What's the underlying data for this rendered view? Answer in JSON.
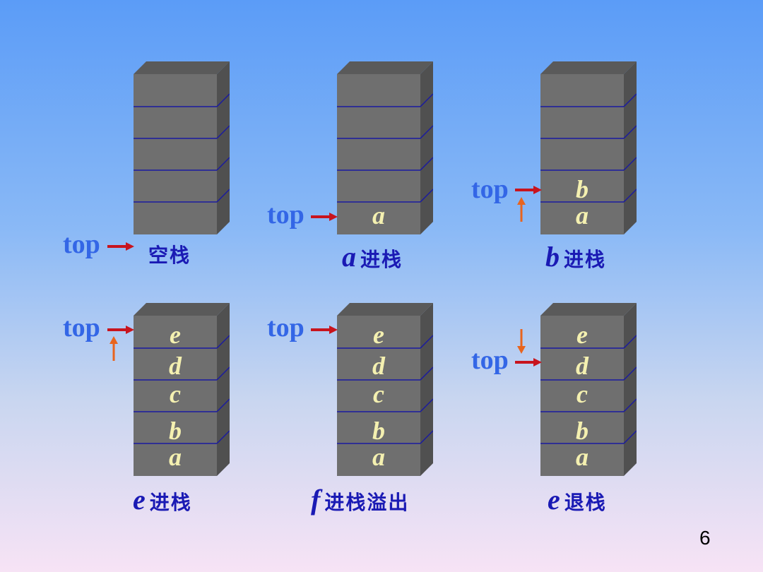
{
  "top_label": "top",
  "page_number": "6",
  "colors": {
    "block_front": "#6f6f6f",
    "block_top": "#5a5a5a",
    "block_side": "#505050",
    "divider": "#1a1aa0",
    "element_text": "#f4f0b0",
    "top_text": "#3366e6",
    "caption_text": "#1a1ab4",
    "pointer_arrow": "#c8141e",
    "move_arrow": "#e8641e"
  },
  "stacks": [
    {
      "elements": [
        "",
        "",
        "",
        "",
        ""
      ],
      "caption_var": "",
      "caption_text": "空栈"
    },
    {
      "elements": [
        "a",
        "",
        "",
        "",
        ""
      ],
      "caption_var": "a",
      "caption_text": "进栈"
    },
    {
      "elements": [
        "a",
        "b",
        "",
        "",
        ""
      ],
      "caption_var": "b",
      "caption_text": "进栈"
    },
    {
      "elements": [
        "a",
        "b",
        "c",
        "d",
        "e"
      ],
      "caption_var": "e",
      "caption_text": "进栈"
    },
    {
      "elements": [
        "a",
        "b",
        "c",
        "d",
        "e"
      ],
      "caption_var": "f",
      "caption_text": "进栈溢出"
    },
    {
      "elements": [
        "a",
        "b",
        "c",
        "d",
        "e"
      ],
      "caption_var": "e",
      "caption_text": "退栈"
    }
  ]
}
